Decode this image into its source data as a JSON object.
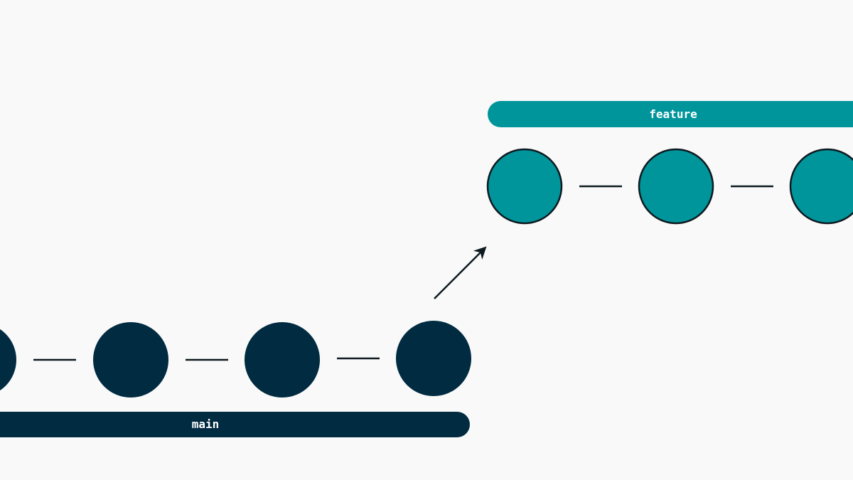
{
  "branches": {
    "feature": {
      "label": "feature",
      "color": "#00959b",
      "commit_count": 3
    },
    "main": {
      "label": "main",
      "color": "#002b41",
      "commit_count": 4
    }
  },
  "colors": {
    "background": "#f9f9f9",
    "stroke": "#0e1a20"
  },
  "icons": {
    "branch_off": "arrow-up-right-icon"
  }
}
